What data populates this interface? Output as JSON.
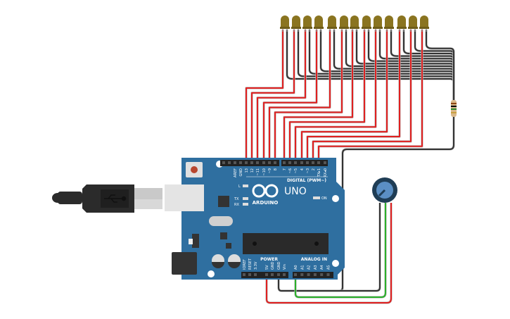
{
  "board": {
    "brand": "ARDUINO",
    "model": "UNO",
    "digital_label": "DIGITAL (PWM~)",
    "power_label": "POWER",
    "analog_label": "ANALOG IN",
    "on_label": "ON",
    "l_label": "L",
    "tx_label": "TX",
    "rx_label": "RX",
    "digital_pins": [
      "AREF",
      "GND",
      "13",
      "12",
      "~11",
      "~10",
      "~9",
      "8",
      "7",
      "~6",
      "~5",
      "4",
      "~3",
      "2",
      "TX▸1",
      "RX◂0"
    ],
    "power_pins": [
      "IOREF",
      "RESET",
      "3.3V",
      "5V",
      "GND",
      "GND",
      "Vin"
    ],
    "analog_pins": [
      "A0",
      "A1",
      "A2",
      "A3",
      "A4",
      "A5"
    ],
    "color": "#2f6fa0"
  },
  "leds": {
    "count": 13,
    "color": "#8a7420",
    "connected_pins": [
      "13",
      "12",
      "~11",
      "~10",
      "~9",
      "8",
      "7",
      "~6",
      "~5",
      "4",
      "~3",
      "2",
      "TX▸1"
    ]
  },
  "resistor": {
    "bands": [
      "#8b4513",
      "#000000",
      "#2e8b2e",
      "#c8a040"
    ]
  },
  "potentiometer": {
    "connections": [
      "GND",
      "A0",
      "5V"
    ]
  },
  "wire_colors": {
    "signal": "#e02020",
    "ground": "#333333",
    "analog": "#2ab02a",
    "power": "#e02020"
  },
  "usb_icon": "usb-icon"
}
